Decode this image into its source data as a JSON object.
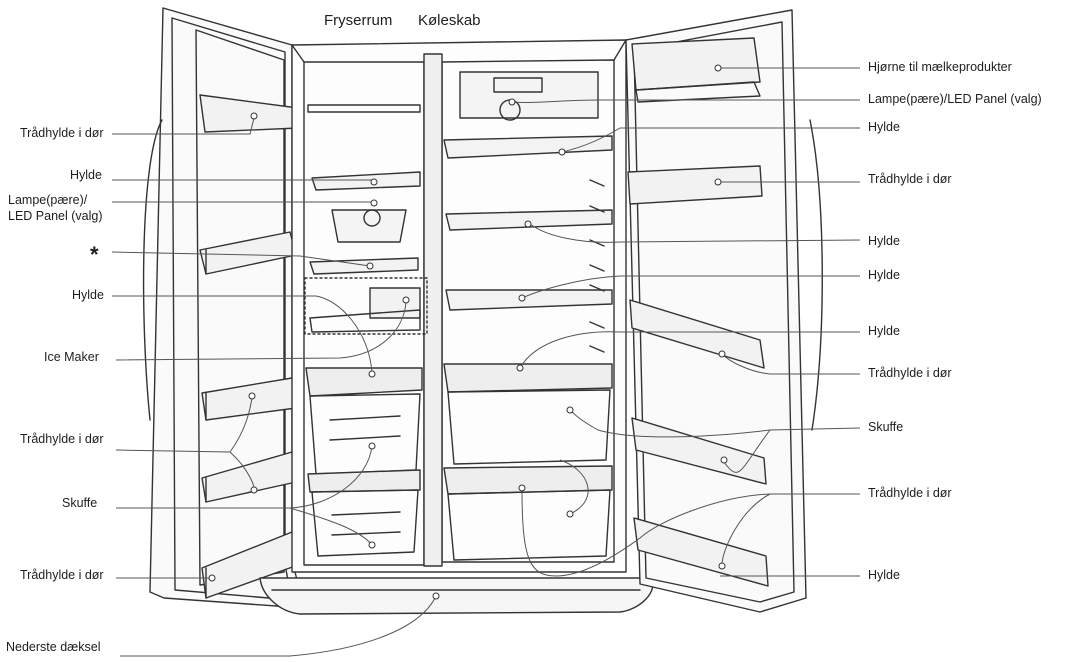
{
  "titles": {
    "freezer": "Fryserrum",
    "fridge": "Køleskab"
  },
  "labels_left": {
    "door_shelf_1": "Trådhylde i dør",
    "shelf_1": "Hylde",
    "lamp_line1": "Lampe(pære)/",
    "lamp_line2": "LED Panel (valg)",
    "asterisk": "*",
    "shelf_2": "Hylde",
    "ice_maker": "Ice Maker",
    "door_shelf_2": "Trådhylde i dør",
    "drawer": "Skuffe",
    "door_shelf_3": "Trådhylde i dør",
    "bottom_cover": "Nederste dæksel"
  },
  "labels_right": {
    "dairy_corner": "Hjørne til mælkeprodukter",
    "lamp": "Lampe(pære)/LED Panel (valg)",
    "shelf_1": "Hylde",
    "door_shelf_1": "Trådhylde i dør",
    "shelf_2": "Hylde",
    "shelf_3": "Hylde",
    "shelf_4": "Hylde",
    "door_shelf_2": "Trådhylde i dør",
    "drawer": "Skuffe",
    "door_shelf_3": "Trådhylde i dør",
    "shelf_5": "Hylde"
  }
}
